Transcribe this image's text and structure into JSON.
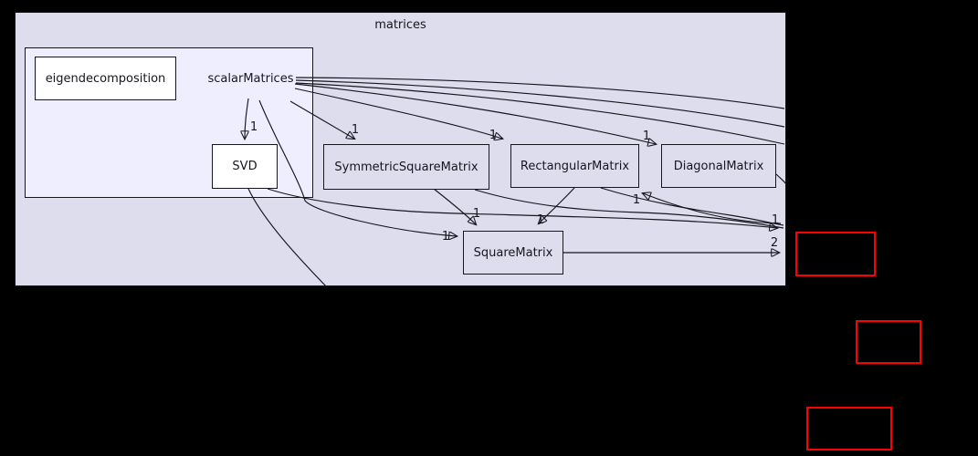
{
  "diagram": {
    "cluster": {
      "label": "matrices"
    },
    "nodes": {
      "eigendecomposition": {
        "label": "eigendecomposition"
      },
      "scalar_matrices": {
        "label": "scalarMatrices"
      },
      "svd": {
        "label": "SVD"
      },
      "symmetric_square_matrix": {
        "label": "SymmetricSquareMatrix"
      },
      "rectangular_matrix": {
        "label": "RectangularMatrix"
      },
      "diagonal_matrix": {
        "label": "DiagonalMatrix"
      },
      "square_matrix": {
        "label": "SquareMatrix"
      }
    },
    "external_nodes": [
      {
        "label": ""
      },
      {
        "label": ""
      },
      {
        "label": ""
      }
    ],
    "edge_labels": {
      "to_svd": "1",
      "to_symmetric": "1",
      "to_rectangular_top": "1",
      "to_diagonal": "1",
      "to_square_from_scalar": "1",
      "to_square_from_symmetric": "1",
      "to_square_from_rectangular": "1",
      "to_rectangular_bottom": "1",
      "to_external_top": "1",
      "to_external_from_square": "2"
    },
    "colors": {
      "background": "#000000",
      "cluster_fill": "#ddddee",
      "inner_cluster_fill": "#eeeeff",
      "node_fill": "#ddddee",
      "subdir_node_fill": "#ffffff",
      "border": "#16161f",
      "edge": "#16161f",
      "external_border": "#ff0000"
    }
  }
}
